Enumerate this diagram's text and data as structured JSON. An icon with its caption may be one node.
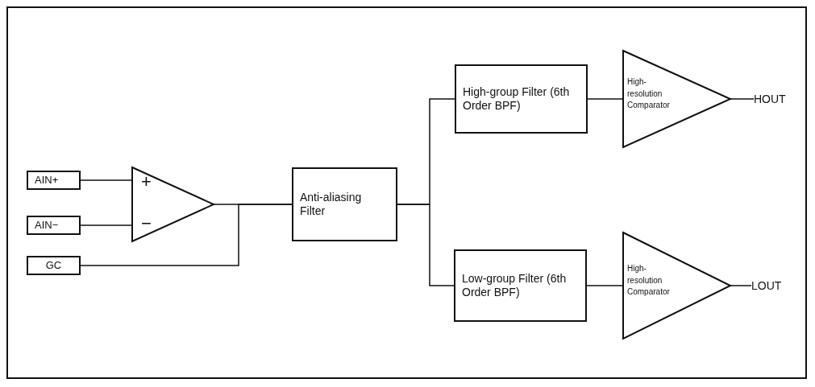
{
  "diagram": {
    "nodes": [
      {
        "text": [
          "AIN+"
        ]
      },
      {
        "text": [
          "AIN−"
        ]
      },
      {
        "text": [
          "GC"
        ]
      },
      {
        "text": [
          "+",
          "−"
        ]
      },
      {
        "text": [
          "Anti-aliasing Filter"
        ]
      },
      {
        "text": [
          "High-group Filter (6th Order BPF)"
        ]
      },
      {
        "text": [
          "Low-group Filter (6th Order BPF)"
        ]
      },
      {
        "text": [
          "High-resolution Comparator"
        ]
      },
      {
        "text": [
          "High-resolution Comparator"
        ]
      },
      {
        "text": [
          "HOUT"
        ]
      },
      {
        "text": [
          "LOUT"
        ]
      }
    ],
    "edges": [
      {
        "from": 0,
        "to": 3,
        "arrow": "none"
      },
      {
        "from": 1,
        "to": 3,
        "arrow": "none"
      },
      {
        "from": 3,
        "to": 4,
        "arrow": "none"
      },
      {
        "from": 2,
        "to": 4,
        "arrow": "none"
      },
      {
        "from": 4,
        "to": 5,
        "arrow": "none"
      },
      {
        "from": 4,
        "to": 6,
        "arrow": "none"
      },
      {
        "from": 5,
        "to": 7,
        "arrow": "none"
      },
      {
        "from": 6,
        "to": 8,
        "arrow": "none"
      },
      {
        "from": 7,
        "to": 9,
        "arrow": "none"
      },
      {
        "from": 8,
        "to": 10,
        "arrow": "none"
      }
    ]
  }
}
